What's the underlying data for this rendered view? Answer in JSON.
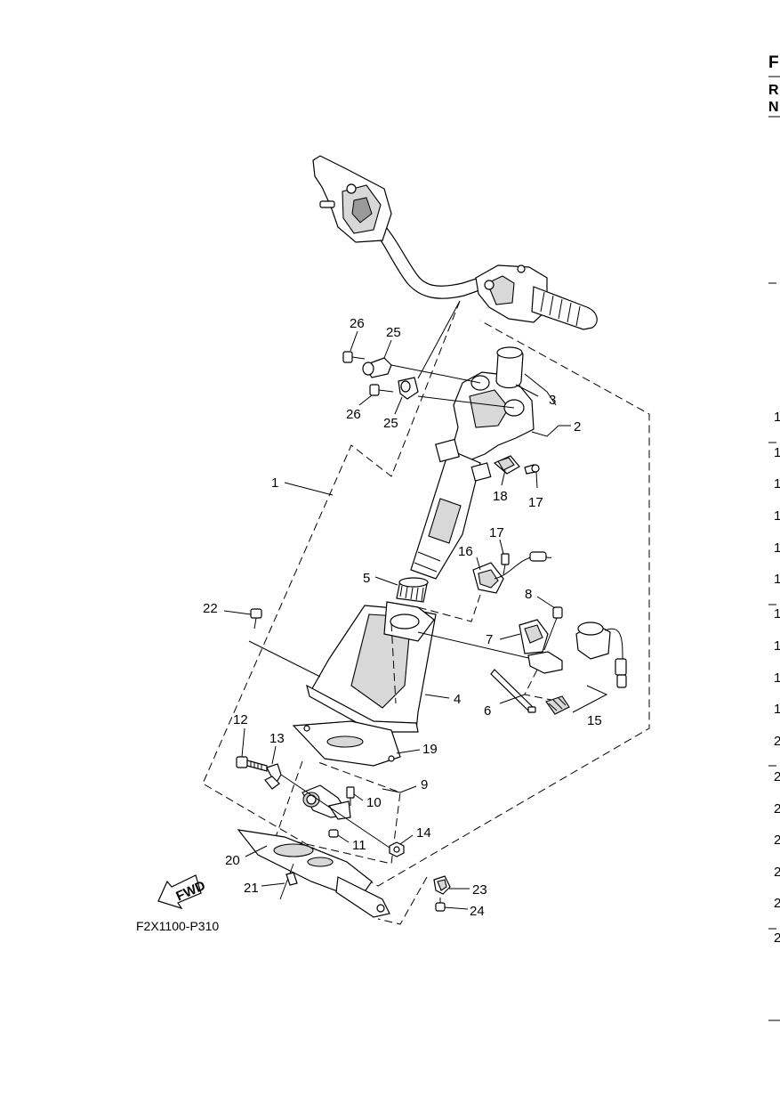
{
  "diagram_code": "F2X1100-P310",
  "fwd_label": "FWD",
  "right_edge": {
    "title_letter": "F",
    "row_letters": [
      "R",
      "N"
    ],
    "digits": [
      "1",
      "1",
      "1",
      "1",
      "1",
      "1",
      "1",
      "1",
      "1",
      "1",
      "2",
      "2",
      "2",
      "2",
      "2",
      "2",
      "2"
    ]
  },
  "callouts": [
    "1",
    "2",
    "3",
    "4",
    "5",
    "6",
    "7",
    "8",
    "9",
    "10",
    "11",
    "12",
    "13",
    "14",
    "15",
    "16",
    "17",
    "17",
    "18",
    "19",
    "20",
    "21",
    "22",
    "23",
    "24",
    "25",
    "25",
    "26",
    "26"
  ]
}
